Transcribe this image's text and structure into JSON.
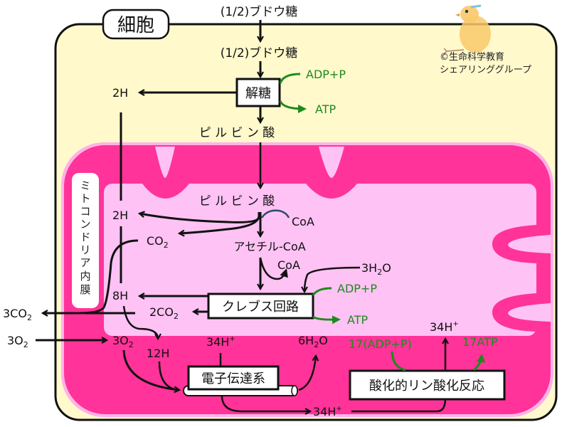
{
  "title": "細胞",
  "credit": [
    "©生命科学教育",
    "シェアリンググループ"
  ],
  "membrane_label": [
    "ミ",
    "ト",
    "コ",
    "ン",
    "ド",
    "リ",
    "ア",
    "内",
    "膜"
  ],
  "colors": {
    "cytoplasm": "#fff9cc",
    "outer_membrane": "#ff3399",
    "matrix": "#ffc2f5",
    "atp_green": "#1d8a1d",
    "coa_blue": "#2d4a6a"
  },
  "labels": {
    "glucose_outside": "(1/2)ブドウ糖",
    "glucose_inside": "(1/2)ブドウ糖",
    "glycolysis": "解糖",
    "glycolysis_adp": "ADP+P",
    "glycolysis_atp": "ATP",
    "glycolysis_2h": "2H",
    "pyruvate_cytoplasm": "ピ ル ビ ン 酸",
    "pyruvate_matrix": "ピ ル ビ ン 酸",
    "matrix_2h": "2H",
    "coa_in": "CoA",
    "co2": "CO",
    "co2_sub": "2",
    "acetyl_coa": "アセチル-CoA",
    "coa_out": "CoA",
    "h2o_3": "3H",
    "h2o_3_sub": "2",
    "h2o_3_tail": "O",
    "krebs": "クレブス回路",
    "krebs_adp": "ADP+P",
    "krebs_atp": "ATP",
    "krebs_8h": "8H",
    "krebs_2co2": "2CO",
    "krebs_2co2_sub": "2",
    "out_3co2": "3CO",
    "out_3co2_sub": "2",
    "in_3o2": "3O",
    "in_3o2_sub": "2",
    "matrix_3o2": "3O",
    "matrix_3o2_sub": "2",
    "h12": "12H",
    "h34_top": "34H",
    "h34_top_sup": "+",
    "h2o_6": "6H",
    "h2o_6_sub": "2",
    "h2o_6_tail": "O",
    "etc": "電子伝達系",
    "h34_bottom": "34H",
    "h34_bottom_sup": "+",
    "oxphos": "酸化的リン酸化反応",
    "oxphos_adp": "17(ADP+P)",
    "oxphos_h34": "34H",
    "oxphos_h34_sup": "+",
    "oxphos_atp": "17ATP"
  }
}
